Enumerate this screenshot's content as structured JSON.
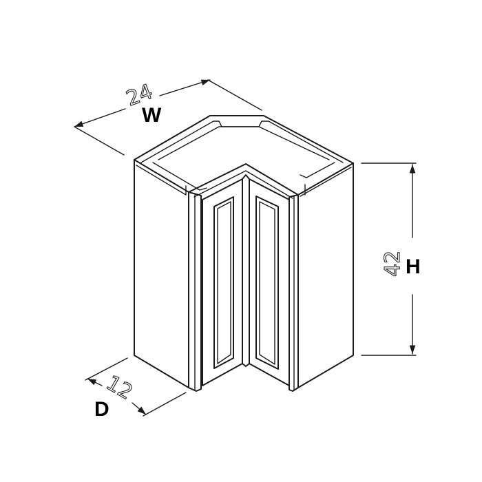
{
  "dimensions": {
    "width": {
      "value": "24",
      "letter": "W"
    },
    "height": {
      "value": "42",
      "letter": "H"
    },
    "depth": {
      "value": "12",
      "letter": "D"
    }
  },
  "colors": {
    "line": "#1a1a1a",
    "background": "#ffffff",
    "label": "#000000"
  }
}
